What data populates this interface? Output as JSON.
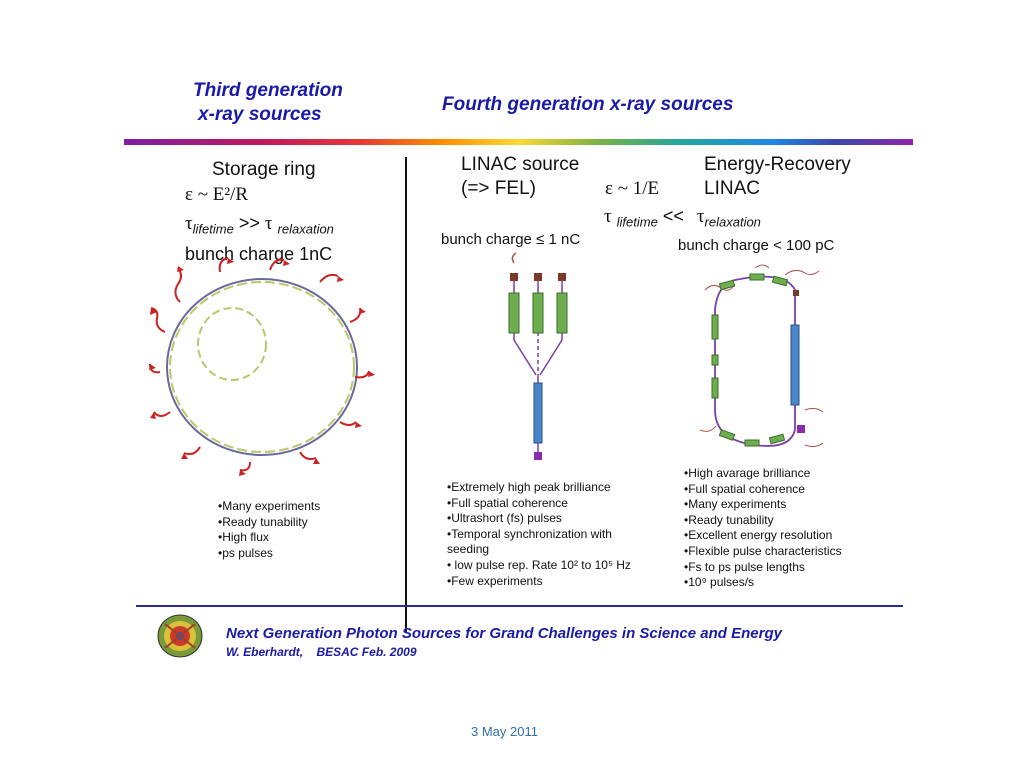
{
  "header": {
    "third_gen_line1": "Third generation",
    "third_gen_line2": "x-ray sources",
    "fourth_gen": "Fourth generation x-ray sources"
  },
  "storage_ring": {
    "title": "Storage ring",
    "formula": "ε ~ E²/R",
    "tau_left": "τ",
    "tau_left_sub": "lifetime",
    "relation": ">>",
    "tau_right": "τ",
    "tau_right_sub": "relaxation",
    "charge": "bunch charge 1nC",
    "bullets": [
      "•Many experiments",
      "•Ready tunability",
      "•High flux",
      "•ps pulses"
    ]
  },
  "linac": {
    "title_line1": "LINAC source",
    "title_line2": "(=> FEL)",
    "formula": "ε ~ 1/E",
    "tau_left": "τ",
    "tau_left_sub": "lifetime",
    "relation": "<<",
    "tau_right": "τ",
    "tau_right_sub": "relaxation",
    "charge": "bunch charge ≤ 1 nC",
    "bullets": [
      "•Extremely high peak brilliance",
      "•Full spatial coherence",
      "•Ultrashort (fs) pulses",
      "•Temporal synchronization with",
      "seeding",
      "• low pulse rep. Rate 10² to 10⁵ Hz",
      "•Few experiments"
    ]
  },
  "erl": {
    "title_line1": "Energy-Recovery",
    "title_line2": "LINAC",
    "charge": "bunch charge < 100 pC",
    "bullets": [
      "•High avarage brilliance",
      "•Full spatial coherence",
      "•Many experiments",
      "•Ready tunability",
      "•Excellent energy resolution",
      "•Flexible pulse characteristics",
      "•Fs to ps pulse lengths",
      "•10⁹ pulses/s"
    ]
  },
  "footer": {
    "title": "Next Generation Photon Sources for Grand Challenges in Science and Energy",
    "author": "W. Eberhardt,",
    "venue": "BESAC Feb. 2009",
    "logo_icon": "besac-logo-icon"
  },
  "date": "3 May 2011",
  "colors": {
    "header_blue": "#1a1aa8",
    "arrow_red": "#cc2222",
    "magnet_green": "#6fae4e",
    "linac_blue": "#4a86c8",
    "beam_purple": "#7a3fa8"
  }
}
